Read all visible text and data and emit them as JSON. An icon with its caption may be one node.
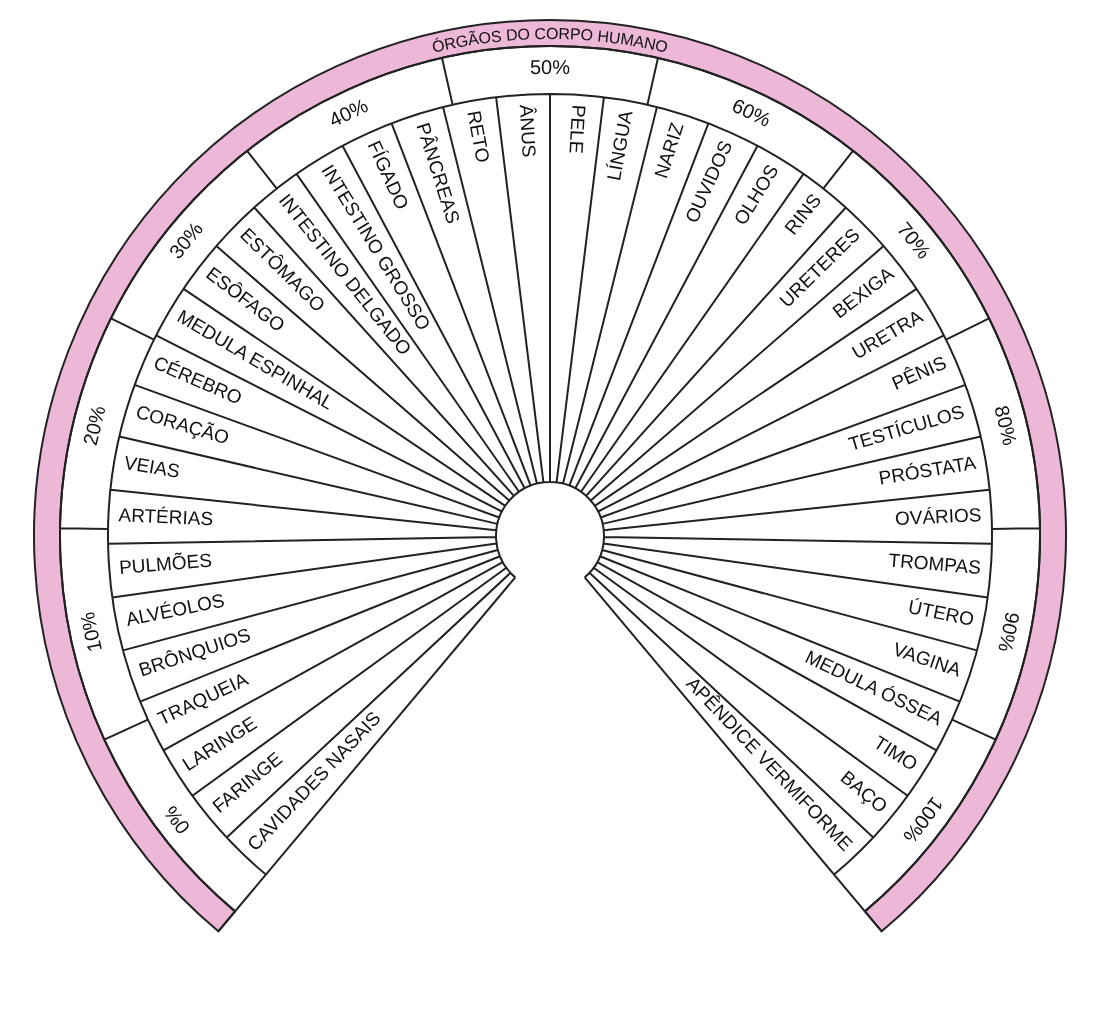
{
  "diagram": {
    "title": "ÓRGÃOS DO CORPO HUMANO",
    "nodes": [
      {
        "text": [
          "CAVIDADES NASAIS"
        ]
      },
      {
        "text": [
          "FARINGE"
        ]
      },
      {
        "text": [
          "LARINGE"
        ]
      },
      {
        "text": [
          "TRAQUEIA"
        ]
      },
      {
        "text": [
          "BRÔNQUIOS"
        ]
      },
      {
        "text": [
          "ALVÉOLOS"
        ]
      },
      {
        "text": [
          "PULMÕES"
        ]
      },
      {
        "text": [
          "ARTÉRIAS"
        ]
      },
      {
        "text": [
          "VEIAS"
        ]
      },
      {
        "text": [
          "CORAÇÃO"
        ]
      },
      {
        "text": [
          "CÉREBRO"
        ]
      },
      {
        "text": [
          "MEDULA ESPINHAL"
        ]
      },
      {
        "text": [
          "ESÔFAGO"
        ]
      },
      {
        "text": [
          "ESTÔMAGO"
        ]
      },
      {
        "text": [
          "INTESTINO DELGADO"
        ]
      },
      {
        "text": [
          "INTESTINO GROSSO"
        ]
      },
      {
        "text": [
          "FÍGADO"
        ]
      },
      {
        "text": [
          "PÂNCREAS"
        ]
      },
      {
        "text": [
          "RETO"
        ]
      },
      {
        "text": [
          "ÂNUS"
        ]
      },
      {
        "text": [
          "PELE"
        ]
      },
      {
        "text": [
          "LÍNGUA"
        ]
      },
      {
        "text": [
          "NARIZ"
        ]
      },
      {
        "text": [
          "OUVIDOS"
        ]
      },
      {
        "text": [
          "OLHOS"
        ]
      },
      {
        "text": [
          "RINS"
        ]
      },
      {
        "text": [
          "URETERES"
        ]
      },
      {
        "text": [
          "BEXIGA"
        ]
      },
      {
        "text": [
          "URETRA"
        ]
      },
      {
        "text": [
          "PÊNIS"
        ]
      },
      {
        "text": [
          "TESTÍCULOS"
        ]
      },
      {
        "text": [
          "PRÓSTATA"
        ]
      },
      {
        "text": [
          "OVÁRIOS"
        ]
      },
      {
        "text": [
          "TROMPAS"
        ]
      },
      {
        "text": [
          "ÚTERO"
        ]
      },
      {
        "text": [
          "VAGINA"
        ]
      },
      {
        "text": [
          "MEDULA ÓSSEA"
        ]
      },
      {
        "text": [
          "TIMO"
        ]
      },
      {
        "text": [
          "BAÇO"
        ]
      },
      {
        "text": [
          "APÊNDICE VERMIFORME"
        ]
      }
    ],
    "labels": [
      "0%",
      "10%",
      "20%",
      "30%",
      "40%",
      "50%",
      "60%",
      "70%",
      "80%",
      "90%",
      "100%"
    ]
  }
}
